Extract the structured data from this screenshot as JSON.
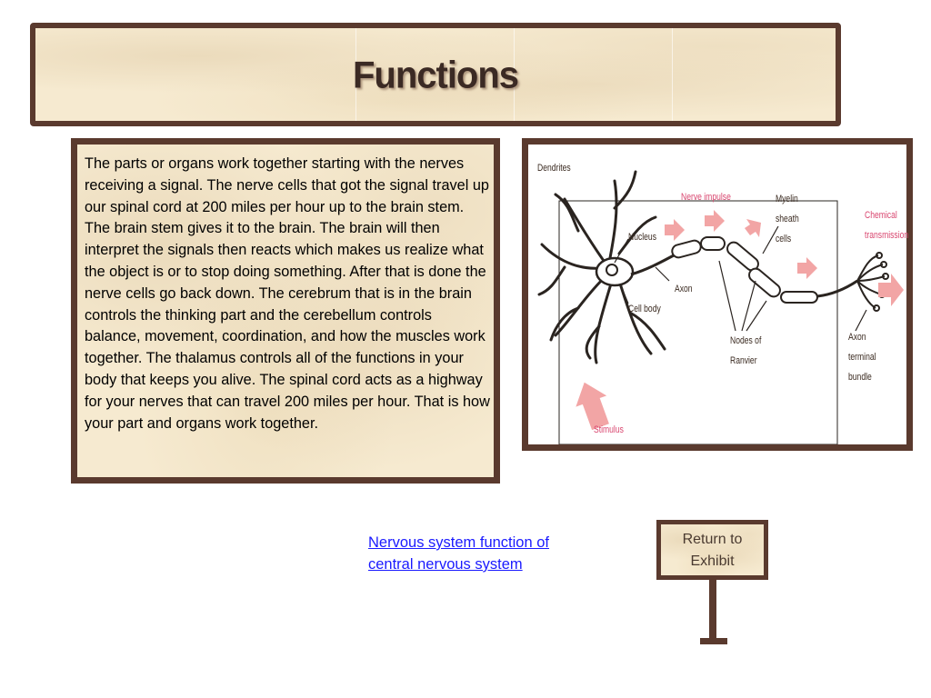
{
  "header": {
    "title": "Functions"
  },
  "main": {
    "body_text": "The parts or organs work together starting with the nerves receiving a signal. The nerve cells that got the signal travel up our spinal cord at 200 miles per hour up to the brain stem. The brain stem gives it to the brain. The brain will then interpret the signals then reacts which makes us realize what the object is or to stop doing something. After that is done the nerve cells go back down. The cerebrum that is in the brain controls the thinking part and the cerebellum controls balance, movement, coordination, and how the muscles work together. The thalamus controls all of the functions in your body that keeps you alive. The spinal cord acts as a highway for your nerves that can travel 200 miles per hour. That is how your part and organs work together."
  },
  "diagram": {
    "labels": {
      "dendrites": "Dendrites",
      "nerve_impulse": "Nerve impulse",
      "myelin_1": "Myelin",
      "myelin_2": "sheath",
      "myelin_3": "cells",
      "chemical_1": "Chemical",
      "chemical_2": "transmission",
      "nucleus": "Nucleus",
      "axon": "Axon",
      "cell_body": "Cell body",
      "nodes_1": "Nodes of",
      "nodes_2": "Ranvier",
      "terminal_1": "Axon",
      "terminal_2": "terminal",
      "terminal_3": "bundle",
      "stimulus": "Stimulus"
    },
    "colors": {
      "arrow": "#f2a5a5",
      "label_red": "#d9466f",
      "line": "#2a2420"
    }
  },
  "link": {
    "text": "Nervous system function of central nervous system"
  },
  "sign": {
    "label": "Return to Exhibit"
  },
  "colors": {
    "frame": "#5a3a2e",
    "parchment": "#f6ead0",
    "link": "#1a1aff"
  }
}
